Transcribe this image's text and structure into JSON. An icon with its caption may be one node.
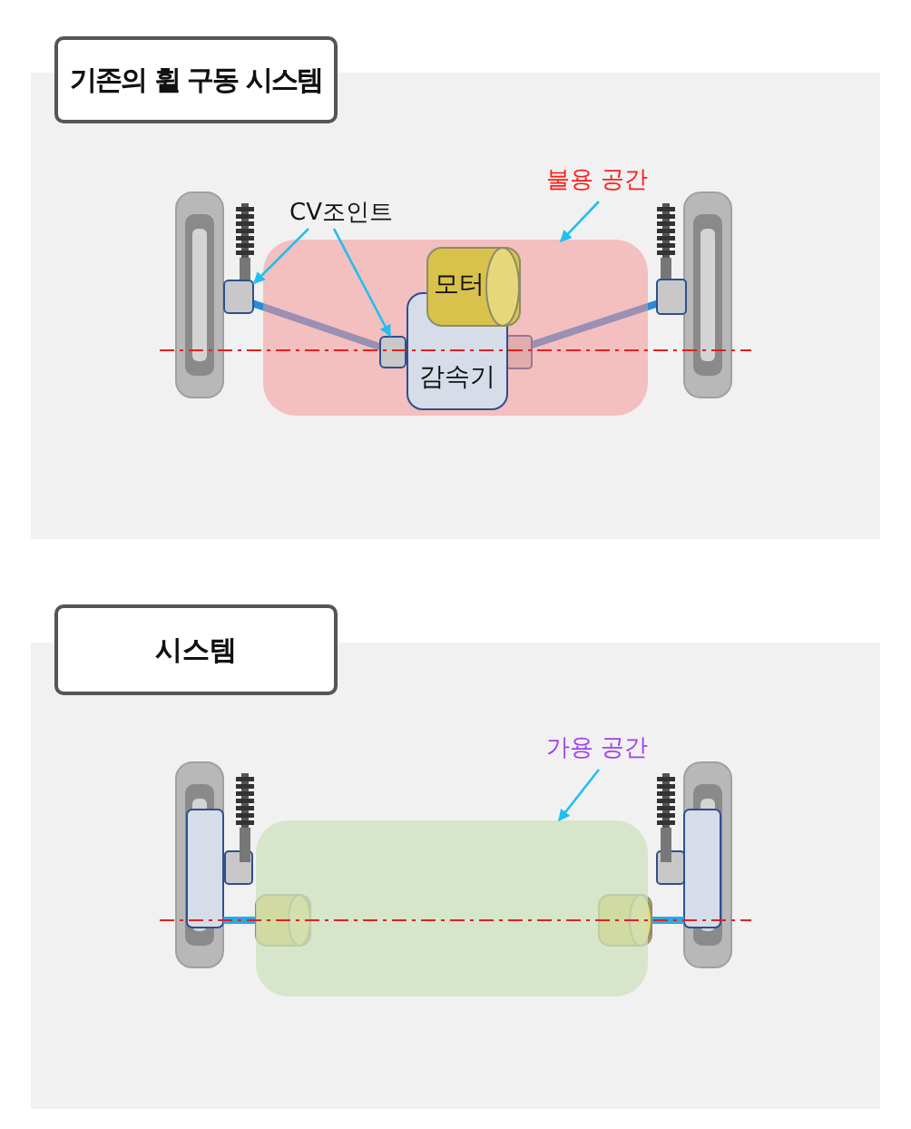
{
  "diagram": {
    "nodes": [
      {
        "text": [
          "기존의 휠 구동 시스템"
        ]
      },
      {
        "text": [
          "불용 공간"
        ]
      },
      {
        "text": [
          "CV조인트"
        ]
      },
      {
        "text": [],
        "shape": "box"
      },
      {
        "text": [],
        "shape": "box"
      },
      {
        "text": [],
        "shape": "box",
        "in": 3
      },
      {
        "text": [
          "모터"
        ],
        "in": 3
      },
      {
        "text": [
          "감속기"
        ],
        "in": 3
      },
      {
        "text": [
          "시스템"
        ]
      },
      {
        "text": [
          "가용 공간"
        ]
      },
      {
        "text": [],
        "shape": "box"
      }
    ],
    "edges": [
      {
        "from": 2,
        "to": 4,
        "arrow": "to"
      },
      {
        "from": 2,
        "to": 5,
        "arrow": "to"
      },
      {
        "from": 1,
        "to": 3,
        "arrow": "to"
      },
      {
        "from": 9,
        "to": 10,
        "arrow": "to"
      }
    ]
  }
}
